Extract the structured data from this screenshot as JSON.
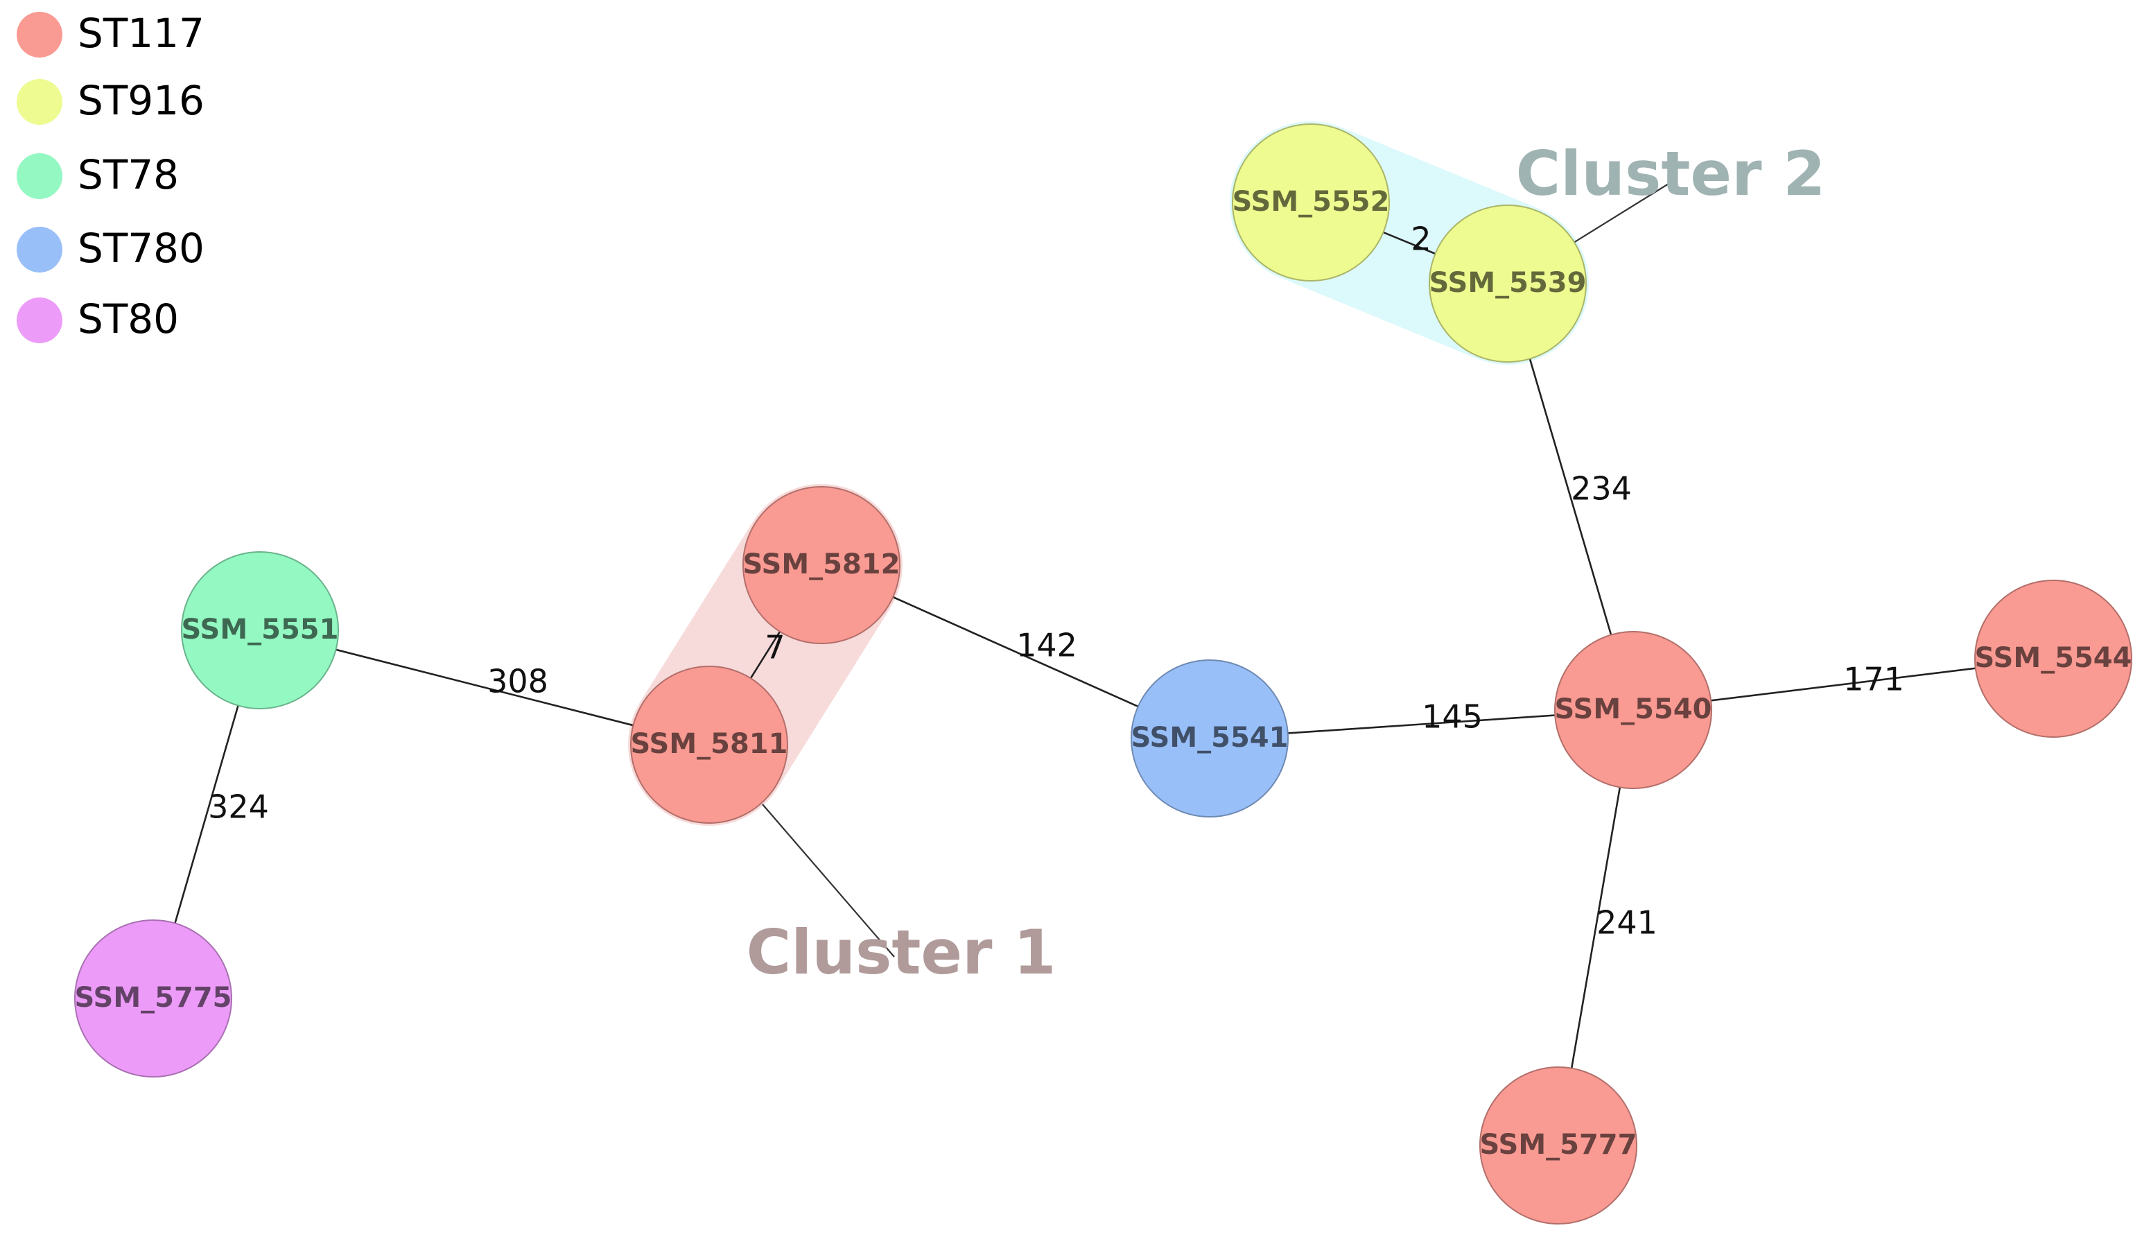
{
  "legend": [
    {
      "label": "ST117",
      "color": "#f99a93"
    },
    {
      "label": "ST916",
      "color": "#edfb90"
    },
    {
      "label": "ST78",
      "color": "#93f8c2"
    },
    {
      "label": "ST780",
      "color": "#99bff8"
    },
    {
      "label": "ST80",
      "color": "#ec9cf8"
    }
  ],
  "clusters": [
    {
      "label": "Cluster 1",
      "members": [
        "SSM_5811",
        "SSM_5812"
      ],
      "label_color": "#b09a9a",
      "hull_color": "#f6d6d6"
    },
    {
      "label": "Cluster 2",
      "members": [
        "SSM_5552",
        "SSM_5539"
      ],
      "label_color": "#9fb3b2",
      "hull_color": "#d8f8fb"
    }
  ],
  "nodes": [
    {
      "id": "SSM_5552",
      "st": "ST916"
    },
    {
      "id": "SSM_5539",
      "st": "ST916"
    },
    {
      "id": "SSM_5812",
      "st": "ST117"
    },
    {
      "id": "SSM_5811",
      "st": "ST117"
    },
    {
      "id": "SSM_5551",
      "st": "ST78"
    },
    {
      "id": "SSM_5775",
      "st": "ST80"
    },
    {
      "id": "SSM_5541",
      "st": "ST780"
    },
    {
      "id": "SSM_5540",
      "st": "ST117"
    },
    {
      "id": "SSM_5544",
      "st": "ST117"
    },
    {
      "id": "SSM_5777",
      "st": "ST117"
    }
  ],
  "edges": [
    {
      "source": "SSM_5552",
      "target": "SSM_5539",
      "label": "2"
    },
    {
      "source": "SSM_5811",
      "target": "SSM_5812",
      "label": "7"
    },
    {
      "source": "SSM_5551",
      "target": "SSM_5811",
      "label": "308"
    },
    {
      "source": "SSM_5551",
      "target": "SSM_5775",
      "label": "324"
    },
    {
      "source": "SSM_5812",
      "target": "SSM_5541",
      "label": "142"
    },
    {
      "source": "SSM_5541",
      "target": "SSM_5540",
      "label": "145"
    },
    {
      "source": "SSM_5539",
      "target": "SSM_5540",
      "label": "234"
    },
    {
      "source": "SSM_5540",
      "target": "SSM_5544",
      "label": "171"
    },
    {
      "source": "SSM_5540",
      "target": "SSM_5777",
      "label": "241"
    }
  ]
}
